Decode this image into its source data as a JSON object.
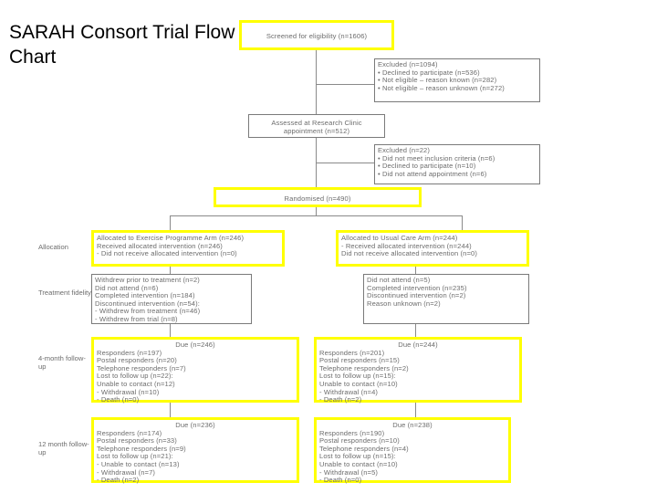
{
  "title": "SARAH Consort Trial Flow Chart",
  "colors": {
    "highlight": "#ffff00",
    "box_border": "#7a7a7a",
    "text": "#6d6d6d",
    "title_text": "#000000"
  },
  "chart_data": {
    "type": "flowchart",
    "title": "SARAH Consort Trial Flow Chart",
    "stage_labels": [
      {
        "key": "allocation",
        "text": "Allocation"
      },
      {
        "key": "treatment_fidelity",
        "text": "Treatment fidelity"
      },
      {
        "key": "followup_4m",
        "text": "4-month follow-up"
      },
      {
        "key": "followup_12m",
        "text": "12 month follow-up"
      }
    ],
    "nodes": [
      {
        "id": "screened",
        "highlight": true,
        "lines": [
          "Screened for eligibility (n=1606)"
        ]
      },
      {
        "id": "excluded_screening",
        "highlight": false,
        "lines": [
          "Excluded (n=1094)",
          "• Declined to participate (n=536)",
          "• Not eligible – reason known (n=282)",
          "• Not eligible – reason unknown (n=272)"
        ]
      },
      {
        "id": "assessed",
        "highlight": false,
        "lines": [
          "Assessed at Research Clinic",
          "appointment (n=512)"
        ]
      },
      {
        "id": "excluded_clinic",
        "highlight": false,
        "lines": [
          "Excluded (n=22)",
          "• Did not meet inclusion criteria (n=6)",
          "• Declined to participate (n=10)",
          "• Did not attend appointment (n=6)"
        ]
      },
      {
        "id": "randomised",
        "highlight": true,
        "lines": [
          "Randomised (n=490)"
        ]
      },
      {
        "id": "alloc_exercise",
        "highlight": true,
        "lines": [
          "Allocated to Exercise Programme Arm (n=246)",
          "   Received allocated intervention (n=246)",
          "   - Did not receive allocated intervention (n=0)"
        ]
      },
      {
        "id": "alloc_usual",
        "highlight": true,
        "lines": [
          "Allocated to Usual Care Arm (n=244)",
          "- Received allocated intervention (n=244)",
          "Did not receive allocated intervention (n=0)"
        ]
      },
      {
        "id": "fidelity_exercise",
        "highlight": false,
        "lines": [
          "Withdrew prior to treatment (n=2)",
          "Did not attend (n=6)",
          "Completed intervention (n=184)",
          "Discontinued intervention (n=54):",
          "    - Withdrew from treatment (n=46)",
          "    - Withdrew from trial (n=8)"
        ]
      },
      {
        "id": "fidelity_usual",
        "highlight": false,
        "lines": [
          "Did not attend (n=5)",
          "Completed intervention (n=235)",
          "Discontinued intervention (n=2)",
          "Reason unknown (n=2)"
        ]
      },
      {
        "id": "fu4_exercise",
        "highlight": true,
        "lines": [
          "Due (n=246)",
          "Responders (n=197)",
          "Postal responders (n=20)",
          "Telephone responders (n=7)",
          "Lost to follow up (n=22):",
          "        Unable to contact (n=12)",
          "        - Withdrawal (n=10)",
          "        - Death (n=0)"
        ]
      },
      {
        "id": "fu4_usual",
        "highlight": true,
        "lines": [
          "Due (n=244)",
          "Responders (n=201)",
          "Postal responders (n=15)",
          "Telephone responders (n=2)",
          "Lost to follow up (n=15):",
          "        Unable to contact (n=10)",
          "        - Withdrawal (n=4)",
          "        - Death (n=2)"
        ]
      },
      {
        "id": "fu12_exercise",
        "highlight": true,
        "lines": [
          "Due (n=236)",
          "Responders (n=174)",
          "Postal responders (n=33)",
          "Telephone responders (n=9)",
          "Lost to follow up (n=21):",
          "        - Unable to contact (n=13)",
          "        - Withdrawal (n=7)",
          "        - Death (n=2)"
        ]
      },
      {
        "id": "fu12_usual",
        "highlight": true,
        "lines": [
          "Due (n=238)",
          "Responders (n=190)",
          "Postal responders (n=10)",
          "Telephone responders (n=4)",
          "Lost to follow up (n=15):",
          "        Unable to contact (n=10)",
          "        - Withdrawal (n=5)",
          "        - Death (n=0)"
        ]
      }
    ]
  }
}
